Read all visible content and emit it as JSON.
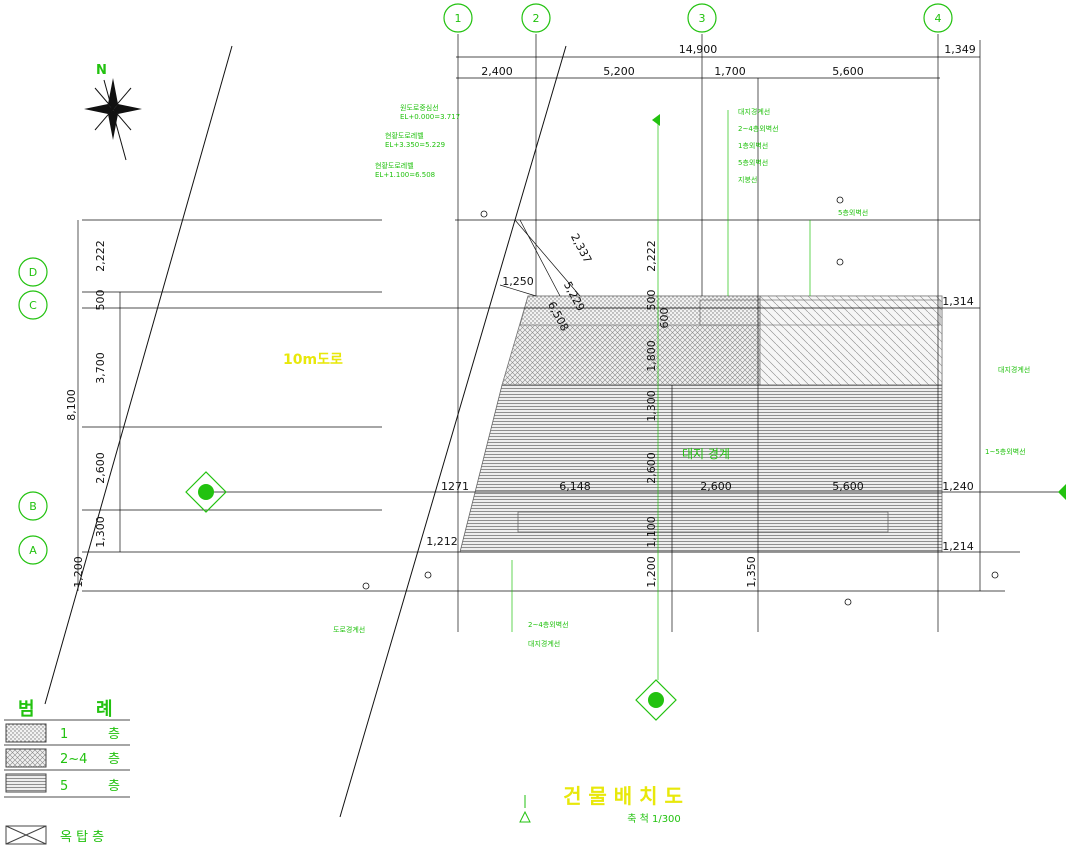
{
  "grid_top": [
    "1",
    "2",
    "3",
    "4"
  ],
  "grid_left": [
    "D",
    "C",
    "B",
    "A"
  ],
  "dims_top": {
    "total": "14,900",
    "overhang": "1,349",
    "segments": [
      "2,400",
      "5,200",
      "1,700",
      "5,600"
    ]
  },
  "dims_left": {
    "total": "8,100",
    "segments": [
      "2,222",
      "500",
      "3,700",
      "2,600",
      "1,300",
      "1,200"
    ]
  },
  "dims_inner": {
    "diag": [
      "2,337",
      "1,250",
      "5,229",
      "6,508"
    ],
    "center_vertical": [
      "2,222",
      "500",
      "600",
      "1,800",
      "1,300",
      "2,600",
      "1,100",
      "1,200"
    ],
    "row_b": [
      "1271",
      "6,148",
      "2,600",
      "5,600",
      "1,240"
    ],
    "right": [
      "1,314",
      "1,214"
    ],
    "bottom_left": "1,212",
    "bottom_col": "1,350"
  },
  "road_label": "10m도로",
  "site_label": "대지 경계",
  "notes_top_left": [
    "원도로중심선",
    "EL+0.000=3.717",
    "현황도로레벨",
    "EL+3.350=5.229",
    "현황도로레벨",
    "EL+1.100=6.508"
  ],
  "notes_top_right": [
    "대지경계선",
    "2~4층외벽선",
    "1층외벽선",
    "5층외벽선",
    "지붕선"
  ],
  "notes_right": [
    "대지경계선",
    "1~5층외벽선"
  ],
  "notes_bottom": [
    "2~4층외벽선",
    "대지경계선"
  ],
  "note_bottom_left": "도로경계선",
  "note_upper_right": "5층외벽선",
  "legend": {
    "title": [
      "범",
      "례"
    ],
    "rows": [
      {
        "num": "1",
        "unit": "층"
      },
      {
        "num": "2~4",
        "unit": "층"
      },
      {
        "num": "5",
        "unit": "층"
      }
    ],
    "extra": "옥 탑 층"
  },
  "title": {
    "main": "건 물 배 치 도",
    "scale": "축 척  1/300"
  },
  "north_label": "N",
  "colors": {
    "green": "#22c20f",
    "yellow": "#e8e80a",
    "line": "#111111"
  }
}
